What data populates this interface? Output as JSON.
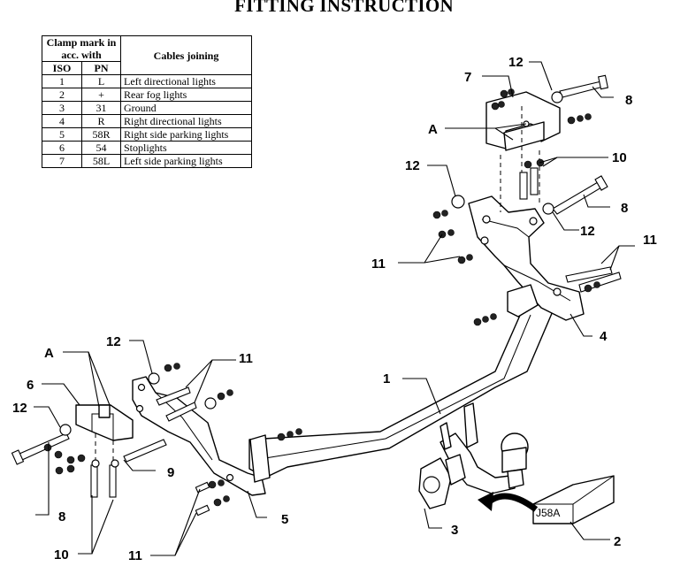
{
  "title": "FITTING INSTRUCTION",
  "legend": {
    "header_clamp": "Clamp mark in acc. with",
    "header_cables": "Cables joining",
    "header_iso": "ISO",
    "header_pn": "PN",
    "rows": [
      {
        "iso": "1",
        "pn": "L",
        "cable": "Left directional lights"
      },
      {
        "iso": "2",
        "pn": "+",
        "cable": "Rear fog lights"
      },
      {
        "iso": "3",
        "pn": "31",
        "cable": "Ground"
      },
      {
        "iso": "4",
        "pn": "R",
        "cable": "Right directional lights"
      },
      {
        "iso": "5",
        "pn": "58R",
        "cable": "Right side parking lights"
      },
      {
        "iso": "6",
        "pn": "54",
        "cable": "Stoplights"
      },
      {
        "iso": "7",
        "pn": "58L",
        "cable": "Left side parking lights"
      }
    ]
  },
  "kit_box_label": "J58A",
  "callouts": {
    "c1": "1",
    "c2": "2",
    "c3": "3",
    "c4": "4",
    "c5": "5",
    "c6": "6",
    "c7": "7",
    "c8a": "8",
    "c8b": "8",
    "c8c": "8",
    "c9": "9",
    "c10a": "10",
    "c10b": "10",
    "c11a": "11",
    "c11b": "11",
    "c11c": "11",
    "c11d": "11",
    "c12a": "12",
    "c12b": "12",
    "c12c": "12",
    "c12d": "12",
    "c12e": "12",
    "cAa": "A",
    "cAb": "A"
  }
}
